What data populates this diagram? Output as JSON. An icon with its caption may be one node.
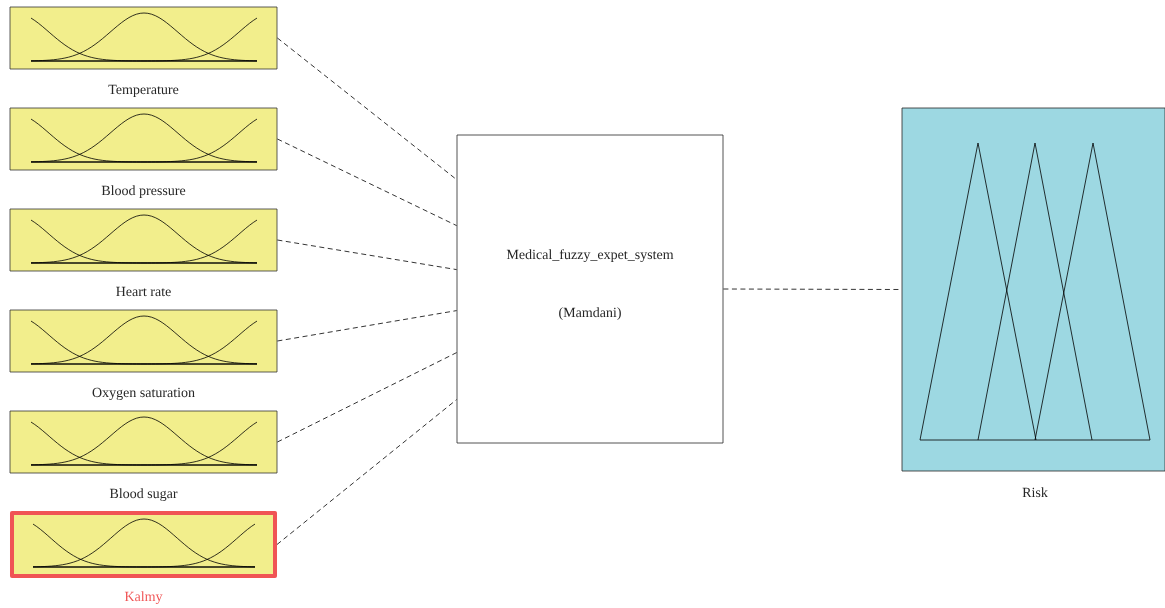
{
  "diagram": {
    "nodes": [
      {
        "text": [
          "Temperature"
        ]
      },
      {
        "text": [
          "Blood pressure"
        ]
      },
      {
        "text": [
          "Heart rate"
        ]
      },
      {
        "text": [
          "Oxygen saturation"
        ]
      },
      {
        "text": [
          "Blood sugar"
        ]
      },
      {
        "text": [
          "Kalmy"
        ]
      },
      {
        "text": [
          "Medical_fuzzy_expet_system",
          "(Mamdani)"
        ]
      },
      {
        "text": [
          "Risk"
        ]
      }
    ],
    "edges": [
      {
        "from": 0,
        "to": 6,
        "arrow": "none",
        "style": "dashed"
      },
      {
        "from": 1,
        "to": 6,
        "arrow": "none",
        "style": "dashed"
      },
      {
        "from": 2,
        "to": 6,
        "arrow": "none",
        "style": "dashed"
      },
      {
        "from": 3,
        "to": 6,
        "arrow": "none",
        "style": "dashed"
      },
      {
        "from": 4,
        "to": 6,
        "arrow": "none",
        "style": "dashed"
      },
      {
        "from": 5,
        "to": 6,
        "arrow": "none",
        "style": "dashed"
      },
      {
        "from": 6,
        "to": 7,
        "arrow": "none",
        "style": "dashed"
      }
    ]
  }
}
